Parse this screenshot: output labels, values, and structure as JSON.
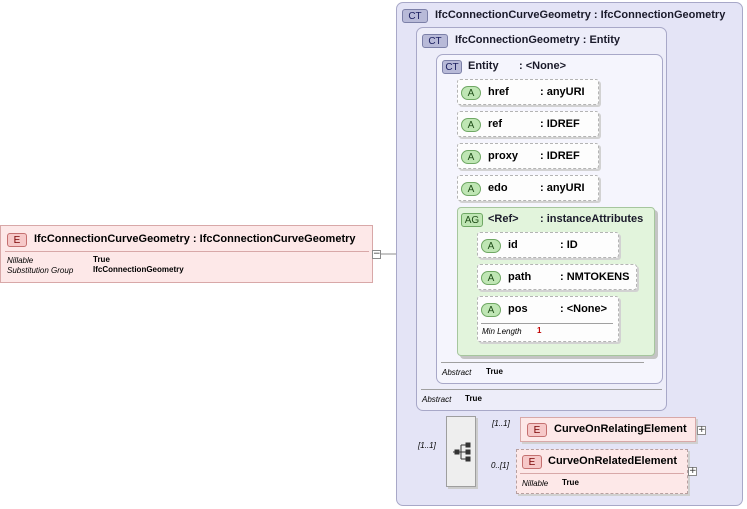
{
  "root_element": {
    "badge": "E",
    "title": "IfcConnectionCurveGeometry : IfcConnectionCurveGeometry",
    "properties": [
      {
        "label": "Nillable",
        "value": "True"
      },
      {
        "label": "Substitution Group",
        "value": "IfcConnectionGeometry"
      }
    ],
    "collapse_symbol": "−"
  },
  "ct_outer": {
    "badge": "CT",
    "title": "IfcConnectionCurveGeometry : IfcConnectionGeometry"
  },
  "ct_mid": {
    "badge": "CT",
    "title": "IfcConnectionGeometry : Entity",
    "abstract_label": "Abstract",
    "abstract_value": "True"
  },
  "ct_inner": {
    "badge": "CT",
    "name": "Entity",
    "type": ": <None>",
    "abstract_label": "Abstract",
    "abstract_value": "True"
  },
  "attributes": [
    {
      "badge": "A",
      "name": "href",
      "type": ": anyURI"
    },
    {
      "badge": "A",
      "name": "ref",
      "type": ": IDREF"
    },
    {
      "badge": "A",
      "name": "proxy",
      "type": ": IDREF"
    },
    {
      "badge": "A",
      "name": "edo",
      "type": ": anyURI"
    }
  ],
  "attribute_group": {
    "badge": "AG",
    "name": "<Ref>",
    "type": ": instanceAttributes",
    "attributes": [
      {
        "badge": "A",
        "name": "id",
        "type": ": ID"
      },
      {
        "badge": "A",
        "name": "path",
        "type": ": NMTOKENS"
      },
      {
        "badge": "A",
        "name": "pos",
        "type": ": <None>",
        "prop_label": "Min Length",
        "prop_value": "1"
      }
    ]
  },
  "sequence": {
    "cardinality": "[1..1]",
    "elements": [
      {
        "badge": "E",
        "name": "CurveOnRelatingElement",
        "cardinality": "[1..1]",
        "expand_symbol": "+"
      },
      {
        "badge": "E",
        "name": "CurveOnRelatedElement",
        "cardinality": "0..[1]",
        "prop_label": "Nillable",
        "prop_value": "True",
        "expand_symbol": "+"
      }
    ]
  },
  "colors": {
    "ct_fill": "#e4e4f6",
    "element_fill": "#fde8e8",
    "attribute_group_fill": "#e2f4dc",
    "attribute_badge": "#bfe6b4",
    "element_badge": "#f6c8c8",
    "ct_badge": "#b8bad8"
  }
}
